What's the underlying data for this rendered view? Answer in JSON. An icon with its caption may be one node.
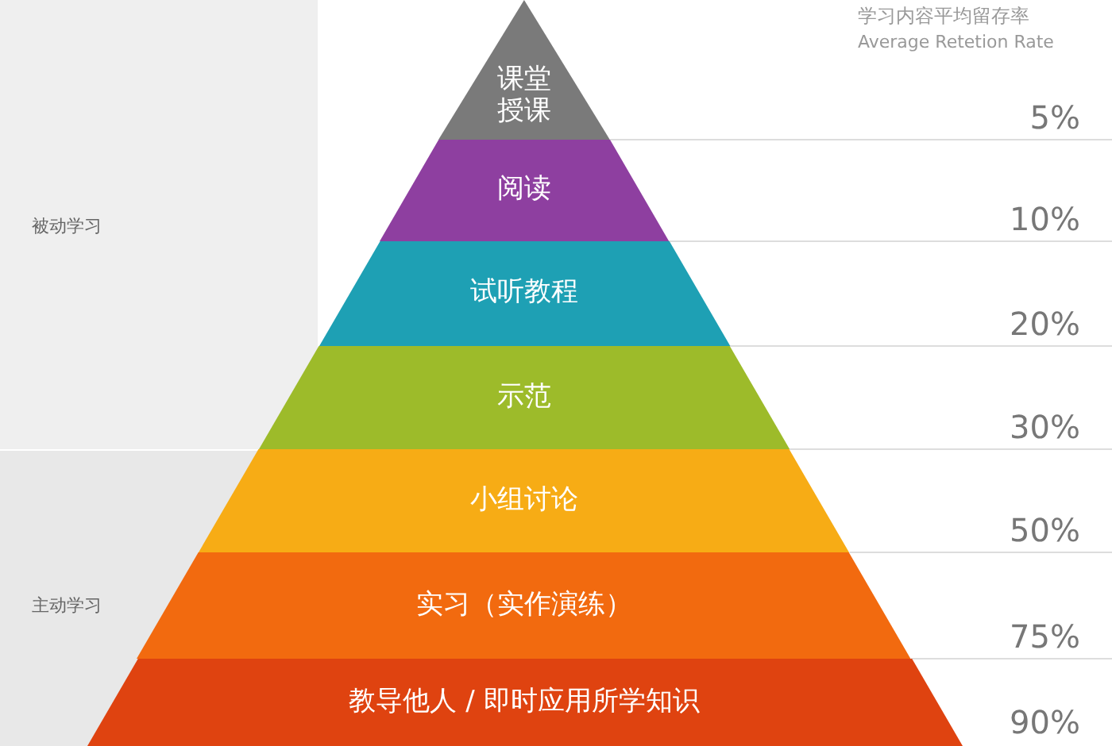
{
  "diagram": {
    "nodes": [
      {
        "text": [
          "课堂授课"
        ]
      },
      {
        "text": [
          "阅读"
        ]
      },
      {
        "text": [
          "试听教程"
        ]
      },
      {
        "text": [
          "示范"
        ]
      },
      {
        "text": [
          "小组讨论"
        ]
      },
      {
        "text": [
          "实习（实作演练）"
        ]
      },
      {
        "text": [
          "教导他人 / 即时应用所学知识"
        ]
      }
    ],
    "labels": [
      "学习内容平均留存率",
      "Average Retetion Rate",
      "5%",
      "被动学习",
      "10%",
      "20%",
      "30%",
      "50%",
      "主动学习",
      "75%",
      "90%"
    ]
  }
}
